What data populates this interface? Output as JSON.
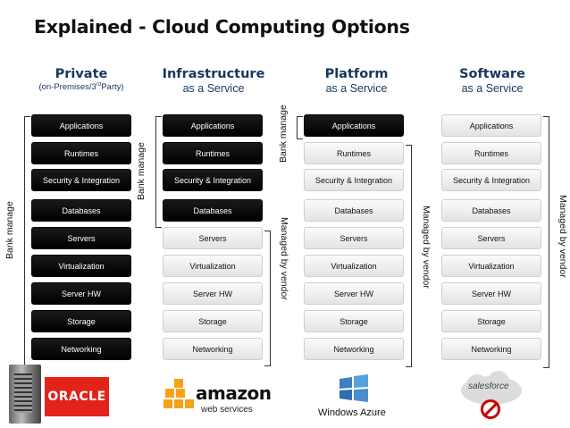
{
  "title": "Explained - Cloud Computing Options",
  "columns": [
    {
      "heading": "Private",
      "subheading": "(on-Premises/3",
      "sup": "rd",
      "subtail": "Party)"
    },
    {
      "heading": "Infrastructure",
      "subheading": "as a Service"
    },
    {
      "heading": "Platform",
      "subheading": "as a Service"
    },
    {
      "heading": "Software",
      "subheading": "as a Service"
    }
  ],
  "layers": [
    "Applications",
    "Runtimes",
    "Security & Integration",
    "Databases",
    "Servers",
    "Virtualization",
    "Server HW",
    "Storage",
    "Networking"
  ],
  "labels": {
    "bank_manage": "Bank manage",
    "managed_by_vendor": "Managed by vendor"
  },
  "logos": {
    "oracle": "ORACLE",
    "amazon": "amazon",
    "amazon_sub": "web services",
    "windows": "Windows Azure",
    "salesforce": "salesforce"
  },
  "colors": {
    "title_blue": "#17375e",
    "dark_box": "#000000",
    "light_box": "#e8e8e8",
    "oracle_red": "#e2231a"
  }
}
